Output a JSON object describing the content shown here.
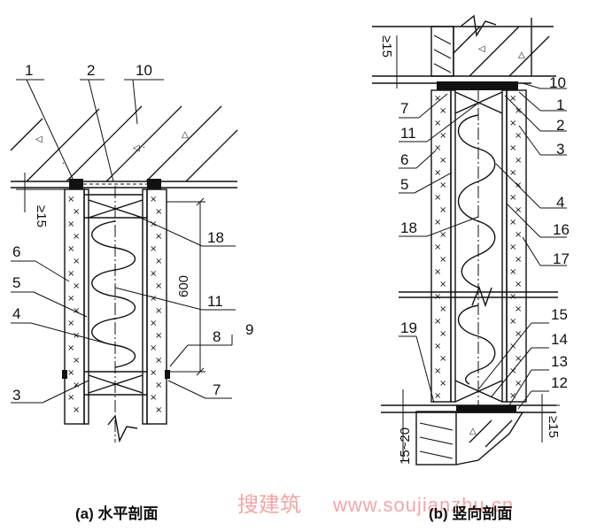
{
  "caption_a": "(a) 水平剖面",
  "caption_b": "(b) 竖向剖面",
  "watermark": {
    "text": "搜建筑",
    "url": "www.soujianzhu.cn"
  },
  "view_a": {
    "labels": [
      "1",
      "2",
      "10",
      "6",
      "5",
      "4",
      "3",
      "18",
      "11",
      "8",
      "9",
      "7"
    ],
    "dims": {
      "gap": "≥15",
      "spacing": "600"
    }
  },
  "view_b": {
    "labels": [
      "7",
      "11",
      "6",
      "5",
      "18",
      "10",
      "1",
      "2",
      "3",
      "4",
      "16",
      "17",
      "19",
      "15",
      "14",
      "13",
      "12"
    ],
    "dims": {
      "gap_top": "≥15",
      "bottom_left": "15~20",
      "gap_bottom": "≥15"
    }
  }
}
